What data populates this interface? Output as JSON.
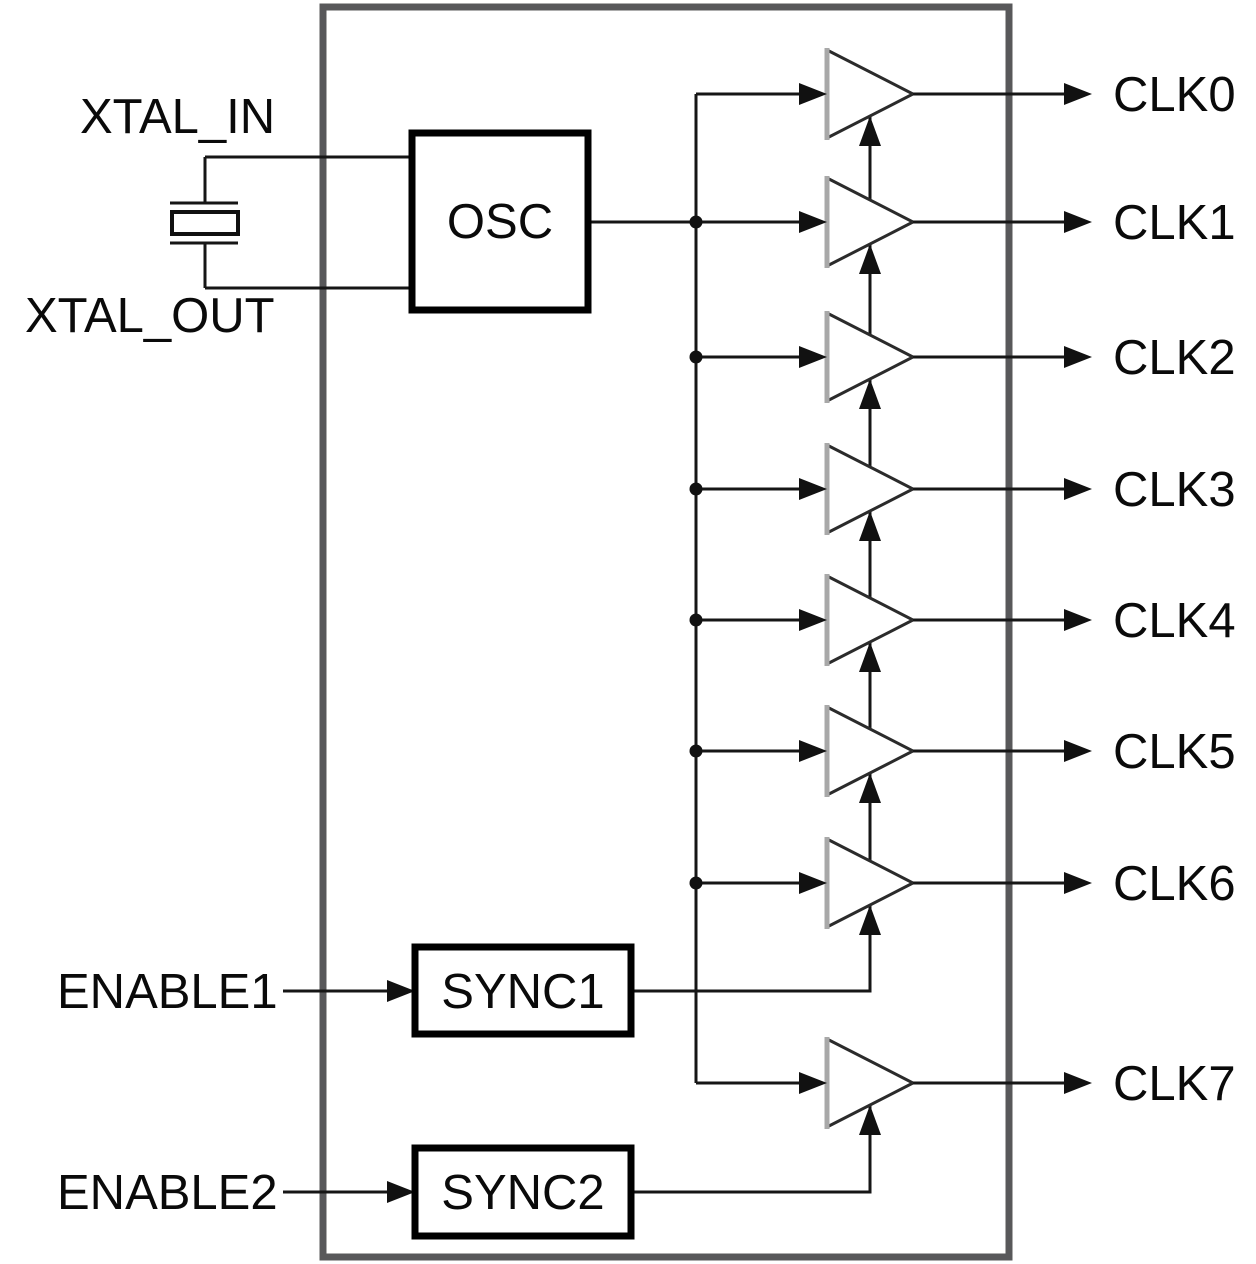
{
  "figure": {
    "kind": "clock-buffer-block-diagram",
    "description": "Crystal oscillator feeding a clock distribution bus into eight output buffers with two sync enable blocks",
    "colors": {
      "background": "#ffffff",
      "chip_border": "#58585a",
      "wire": "#161616",
      "arrow": "#111111",
      "buffer_outline": "#2b2b2b",
      "buffer_input_edge": "#a8a8a8",
      "block_border": "#000000",
      "text": "#0a0a0a"
    },
    "pins_left": {
      "xtal_in": "XTAL_IN",
      "xtal_out": "XTAL_OUT",
      "enable1": "ENABLE1",
      "enable2": "ENABLE2"
    },
    "blocks": {
      "osc": "OSC",
      "sync1": "SYNC1",
      "sync2": "SYNC2"
    },
    "outputs": [
      {
        "label": "CLK0"
      },
      {
        "label": "CLK1"
      },
      {
        "label": "CLK2"
      },
      {
        "label": "CLK3"
      },
      {
        "label": "CLK4"
      },
      {
        "label": "CLK5"
      },
      {
        "label": "CLK6"
      },
      {
        "label": "CLK7"
      }
    ]
  }
}
